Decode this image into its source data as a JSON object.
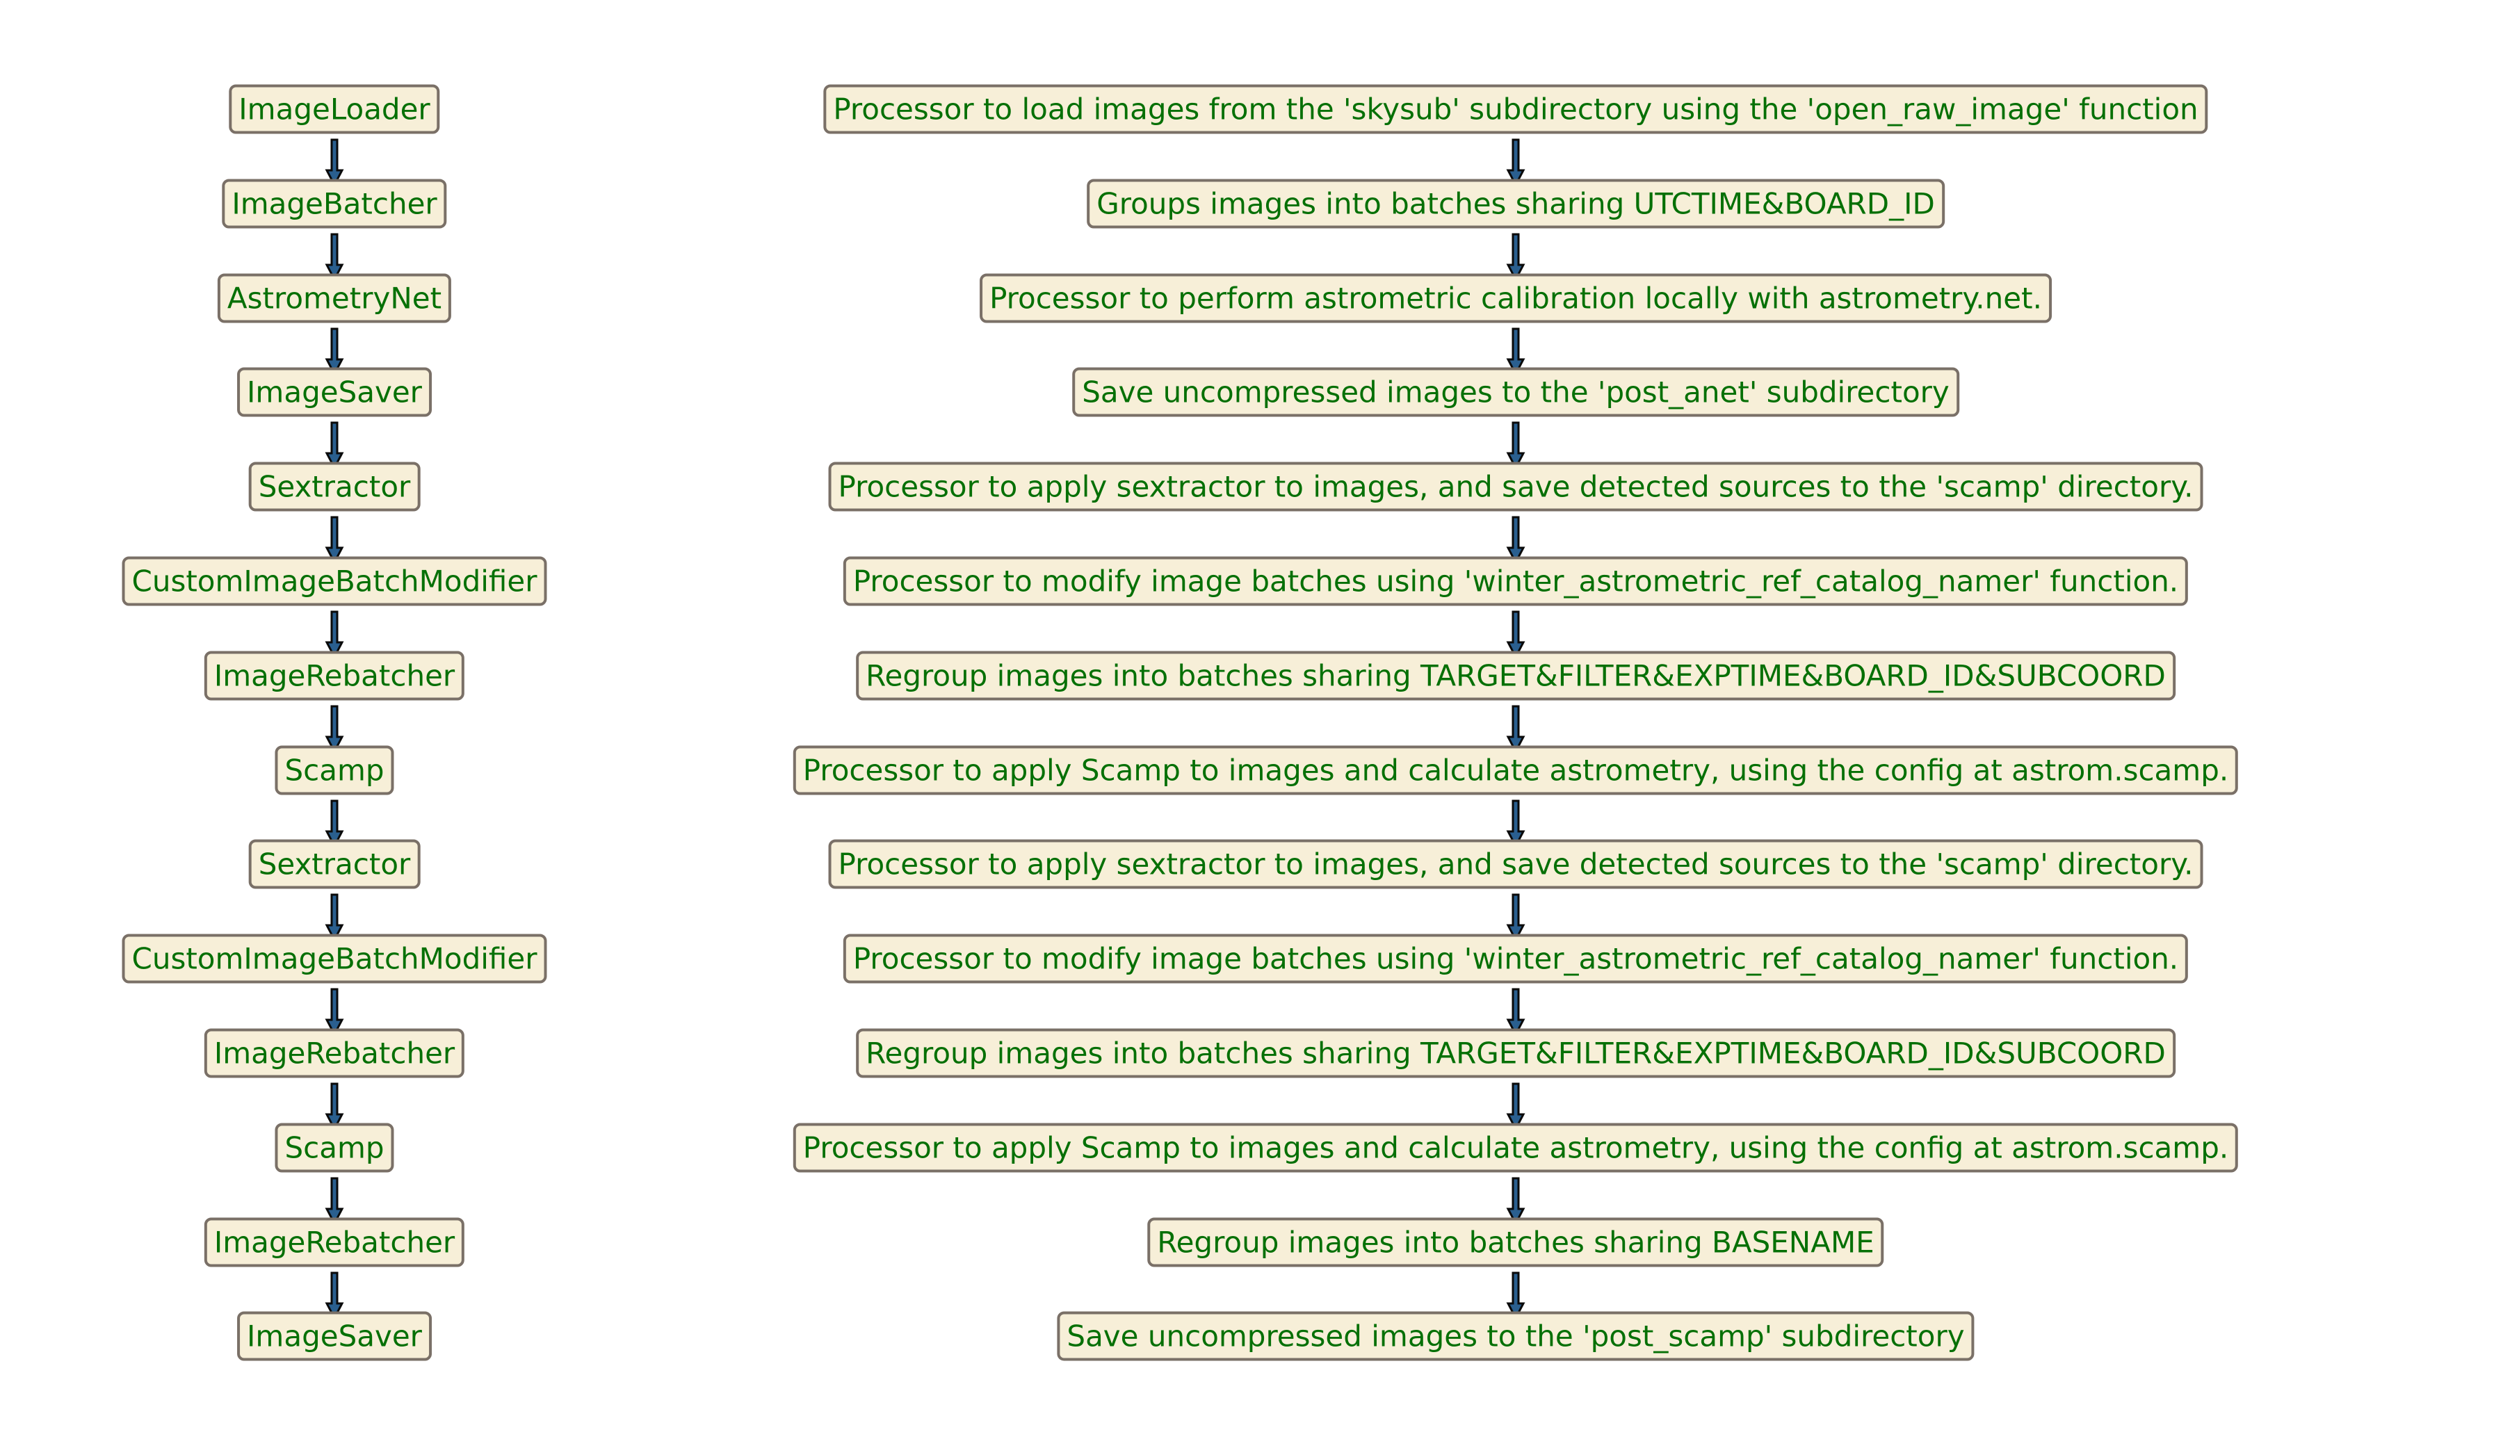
{
  "colors": {
    "node_fill": "#f7efd8",
    "node_border": "#7a7067",
    "node_text": "#067006",
    "arrow_fill": "#2a5f8f",
    "arrow_stroke": "#0a0a0a"
  },
  "pipeline": {
    "processors": [
      {
        "name": "ImageLoader",
        "description": "Processor to load images from the 'skysub' subdirectory using the 'open_raw_image' function"
      },
      {
        "name": "ImageBatcher",
        "description": "Groups images into batches sharing UTCTIME&BOARD_ID"
      },
      {
        "name": "AstrometryNet",
        "description": "Processor to perform astrometric calibration locally with astrometry.net."
      },
      {
        "name": "ImageSaver",
        "description": "Save uncompressed images to the 'post_anet' subdirectory"
      },
      {
        "name": "Sextractor",
        "description": "Processor to apply sextractor to images, and save detected sources to the 'scamp' directory."
      },
      {
        "name": "CustomImageBatchModifier",
        "description": "Processor to modify image batches using 'winter_astrometric_ref_catalog_namer' function."
      },
      {
        "name": "ImageRebatcher",
        "description": "Regroup images into batches sharing TARGET&FILTER&EXPTIME&BOARD_ID&SUBCOORD"
      },
      {
        "name": "Scamp",
        "description": "Processor to apply Scamp to images and calculate astrometry, using the config at astrom.scamp."
      },
      {
        "name": "Sextractor",
        "description": "Processor to apply sextractor to images, and save detected sources to the 'scamp' directory."
      },
      {
        "name": "CustomImageBatchModifier",
        "description": "Processor to modify image batches using 'winter_astrometric_ref_catalog_namer' function."
      },
      {
        "name": "ImageRebatcher",
        "description": "Regroup images into batches sharing TARGET&FILTER&EXPTIME&BOARD_ID&SUBCOORD"
      },
      {
        "name": "Scamp",
        "description": "Processor to apply Scamp to images and calculate astrometry, using the config at astrom.scamp."
      },
      {
        "name": "ImageRebatcher",
        "description": "Regroup images into batches sharing BASENAME"
      },
      {
        "name": "ImageSaver",
        "description": "Save uncompressed images to the 'post_scamp' subdirectory"
      }
    ]
  }
}
